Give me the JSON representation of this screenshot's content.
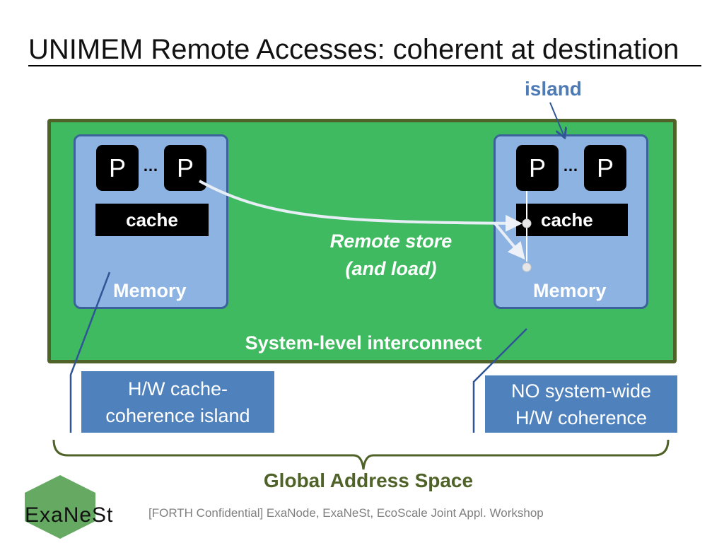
{
  "title": "UNIMEM Remote Accesses: coherent at destination",
  "island_label": "island",
  "left_island": {
    "p1": "P",
    "dots": "…",
    "p2": "P",
    "cache": "cache",
    "memory": "Memory"
  },
  "right_island": {
    "p1": "P",
    "dots": "…",
    "p2": "P",
    "cache": "cache",
    "memory": "Memory"
  },
  "remote_store": {
    "line1": "Remote store",
    "line2": "(and load)"
  },
  "interconnect": "System-level interconnect",
  "left_callout": {
    "line1": "H/W cache-",
    "line2": "coherence island"
  },
  "right_callout": {
    "line1": "NO system-wide",
    "line2": "H/W coherence"
  },
  "global_address_space": "Global Address Space",
  "footer": "[FORTH Confidential] ExaNode, ExaNeSt, EcoScale Joint Appl. Workshop",
  "logo_text": "ExaNeSt",
  "colors": {
    "green": "#3fba60",
    "olive": "#4f6228",
    "island_fill": "#8db3e2",
    "callout": "#4f81bd"
  }
}
